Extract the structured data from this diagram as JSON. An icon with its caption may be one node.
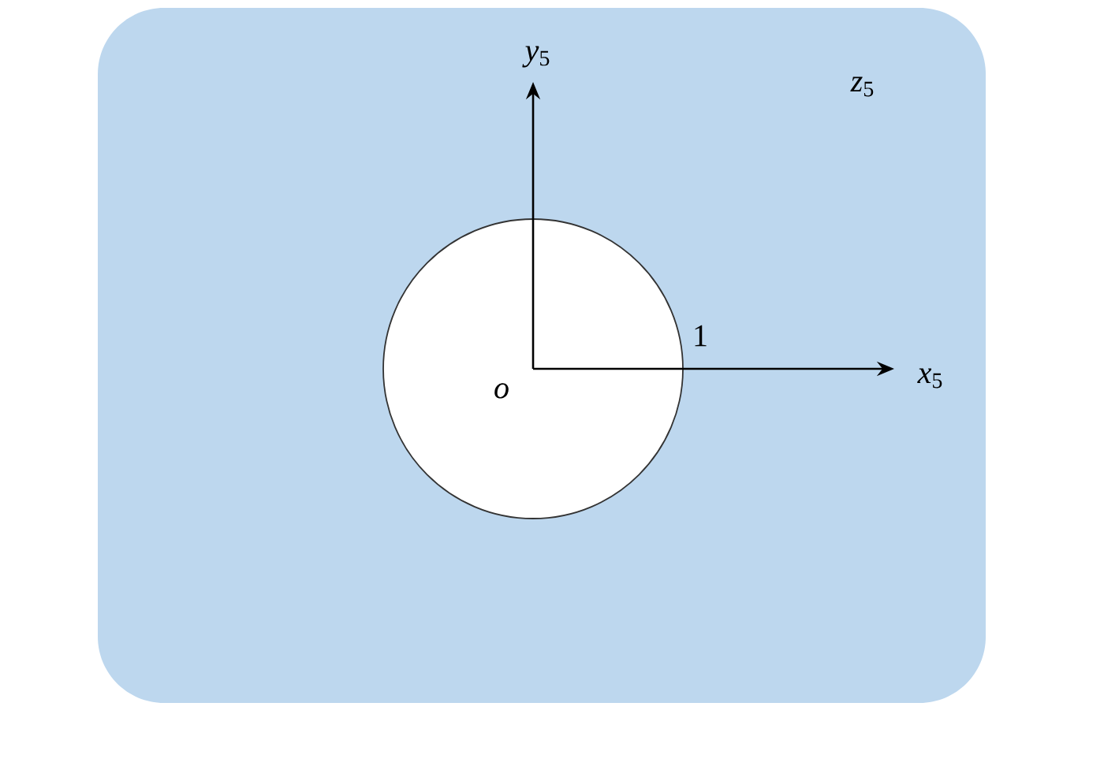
{
  "diagram": {
    "nodes": [
      {
        "text": [
          "*z*$_{5}$"
        ]
      },
      {
        "text": [],
        "shape": "circle",
        "in": 0
      }
    ],
    "labels": [
      "*y*$_{5}$",
      "*o*",
      "1",
      "*x*$_{5}$"
    ]
  }
}
